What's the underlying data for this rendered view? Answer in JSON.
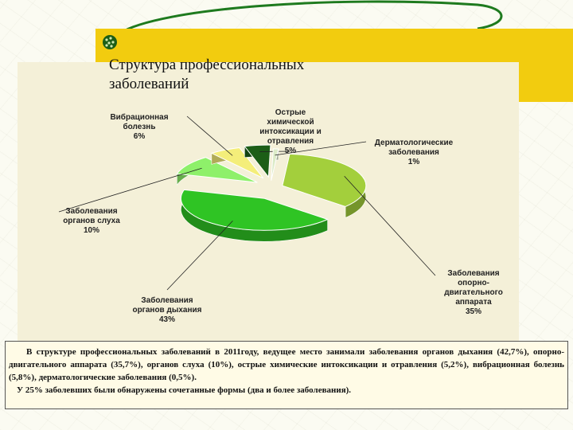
{
  "slide": {
    "title": "Структура профессиональных\nзаболеваний",
    "caption_p1": "В структуре профессиональных заболеваний в 2011году,  ведущее место занимали заболевания органов дыхания (42,7%), опорно-двигательного аппарата (35,7%), органов слуха (10%), острые химические интоксикации и отравления (5,2%), вибрационная болезнь (5,8%), дерматологические заболевания (0,5%).",
    "caption_p2": "У 25% заболевших были обнаружены сочетанные формы (два и более заболевания)."
  },
  "colors": {
    "band": "#f2cc0f",
    "panel": "#f4f0d8",
    "musculo": "#a3cf3c",
    "respiratory": "#2fc424",
    "hearing": "#8ef06a",
    "vibration": "#f4ee7a",
    "chemical": "#1c5e17",
    "dermatology": "#dcebc8"
  },
  "chart_data": {
    "type": "pie",
    "style": "3d-exploded",
    "slices": [
      {
        "label_lines": [
          "Заболевания",
          "опорно-",
          "двигательного",
          "аппарата",
          "35%"
        ],
        "value": 35,
        "color": "#a3cf3c"
      },
      {
        "label_lines": [
          "Заболевания",
          "органов дыхания",
          "43%"
        ],
        "value": 43,
        "color": "#2fc424"
      },
      {
        "label_lines": [
          "Заболевания",
          "органов слуха",
          "10%"
        ],
        "value": 10,
        "color": "#8ef06a"
      },
      {
        "label_lines": [
          "Вибрационная",
          "болезнь",
          "6%"
        ],
        "value": 6,
        "color": "#f4ee7a"
      },
      {
        "label_lines": [
          "Острые",
          "химической",
          "интоксикации и",
          "отравления",
          "5%"
        ],
        "value": 5,
        "color": "#1c5e17"
      },
      {
        "label_lines": [
          "Дерматологические",
          "заболевания",
          "1%"
        ],
        "value": 1,
        "color": "#dcebc8"
      }
    ]
  }
}
